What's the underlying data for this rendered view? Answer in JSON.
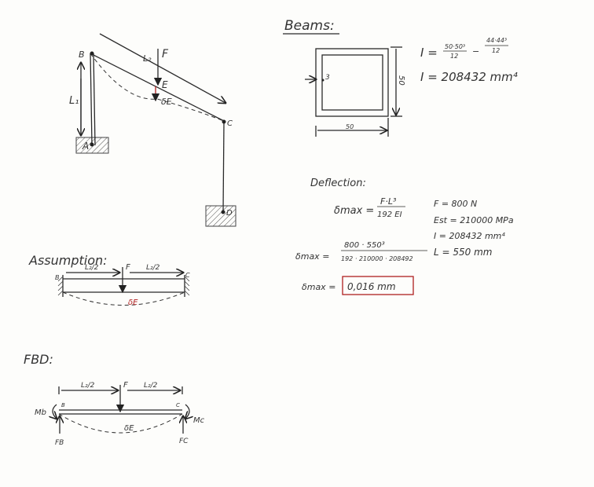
{
  "frame": {
    "labels": {
      "B": "B",
      "A": "A",
      "C": "C",
      "D": "D",
      "E": "E",
      "F": "F",
      "L1": "L₁",
      "L2": "L₂",
      "deltaE": "δE"
    }
  },
  "beams": {
    "title": "Beams:",
    "thickness": "3",
    "width": "50",
    "height": "50",
    "I_formula_lhs": "I =",
    "I_num1": "50·50³",
    "I_den1": "12",
    "I_minus": "−",
    "I_num2": "44·44³",
    "I_den2": "12",
    "I_result": "I = 208432 mm⁴"
  },
  "deflection": {
    "title": "Deflection:",
    "formula_lhs": "δmax =",
    "formula_num": "F·L³",
    "formula_den": "192 EI",
    "given": [
      "F = 800 N",
      "Est = 210000 MPa",
      "I = 208432 mm⁴",
      "L = 550 mm"
    ],
    "sub_lhs": "δmax =",
    "sub_num": "800 · 550³",
    "sub_den": "192 · 210000 · 208492",
    "result_lhs": "δmax =",
    "result": "0,016 mm",
    "accent": "#b02020"
  },
  "assumption": {
    "title": "Assumption:",
    "B": "B",
    "C": "C",
    "F": "F",
    "half_left": "L₂/2",
    "half_right": "L₂/2",
    "deltaE": "δE"
  },
  "fbd": {
    "title": "FBD:",
    "F": "F",
    "half_left": "L₂/2",
    "half_right": "L₂/2",
    "deltaE": "δE",
    "Mb": "Mb",
    "Mc": "Mc",
    "Fb": "FB",
    "Fc": "FC",
    "B": "B",
    "C": "C"
  }
}
